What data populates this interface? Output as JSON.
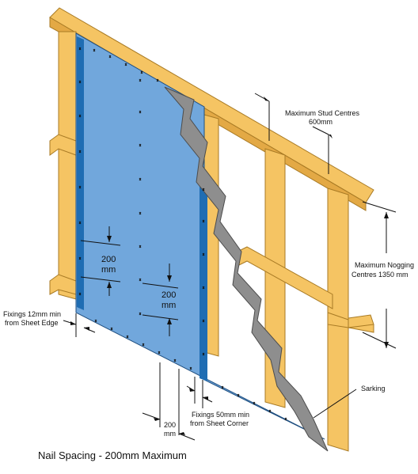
{
  "caption": "Nail Spacing - 200mm Maximum",
  "labels": {
    "stud_centres_1": "Maximum Stud Centres",
    "stud_centres_2": "600mm",
    "nogging_centres_1": "Maximum Nogging",
    "nogging_centres_2": "Centres 1350 mm",
    "spacing_a_1": "200",
    "spacing_a_2": "mm",
    "spacing_b_1": "200",
    "spacing_b_2": "mm",
    "spacing_c_1": "200",
    "spacing_c_2": "mm",
    "fixings_edge_1": "Fixings 12mm min",
    "fixings_edge_2": "from Sheet Edge",
    "fixings_corner_1": "Fixings 50mm min",
    "fixings_corner_2": "from Sheet Corner",
    "sarking": "Sarking"
  },
  "colors": {
    "timber": "#f5c463",
    "timber_edge": "#a87a24",
    "board": "#71a7dc",
    "board_strip": "#1f6db3",
    "sarking": "#8e8e8e"
  }
}
